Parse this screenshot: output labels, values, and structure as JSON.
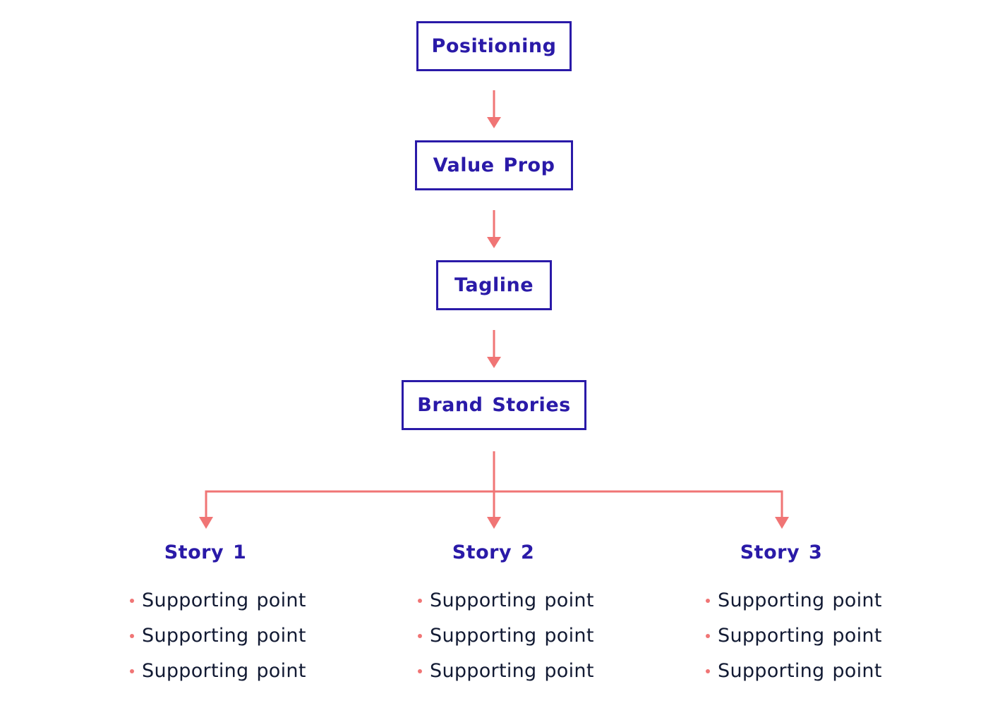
{
  "colors": {
    "box_border": "#2a1aa8",
    "box_text": "#2a1aa8",
    "arrow": "#f07575",
    "point_text": "#121a33",
    "bullet": "#f07575",
    "background": "#ffffff"
  },
  "nodes": {
    "positioning": "Positioning",
    "value_prop": "Value Prop",
    "tagline": "Tagline",
    "brand_stories": "Brand Stories"
  },
  "stories": [
    {
      "title": "Story 1",
      "points": [
        "Supporting point",
        "Supporting point",
        "Supporting point"
      ]
    },
    {
      "title": "Story 2",
      "points": [
        "Supporting point",
        "Supporting point",
        "Supporting point"
      ]
    },
    {
      "title": "Story 3",
      "points": [
        "Supporting point",
        "Supporting point",
        "Supporting point"
      ]
    }
  ]
}
